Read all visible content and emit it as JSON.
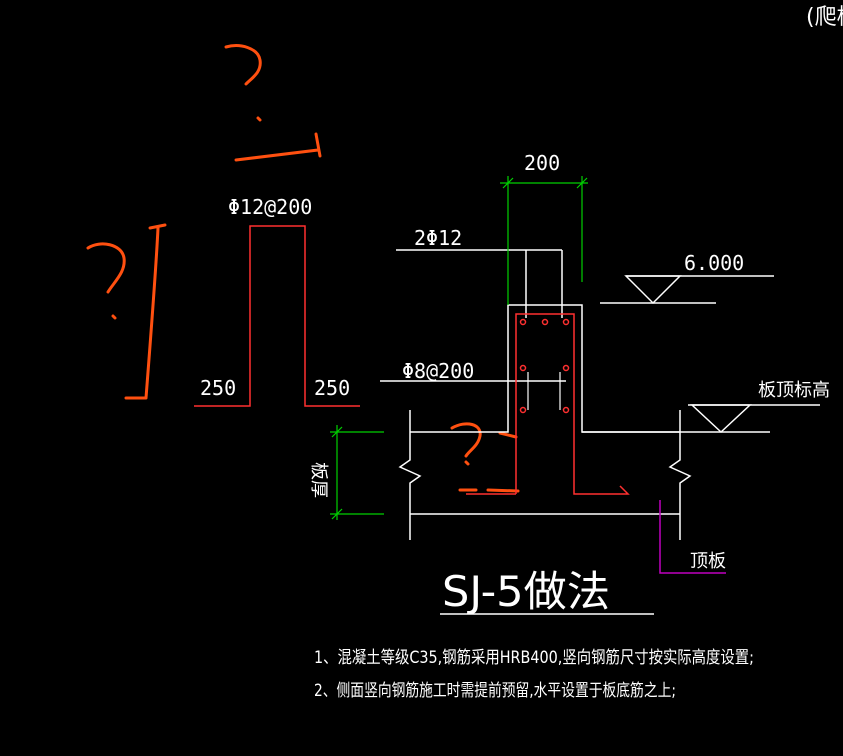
{
  "colors": {
    "background": "#000000",
    "lines": "#ffffff",
    "rebar": "#ff3030",
    "dimension": "#00d000",
    "leader": "#c000c0",
    "annotation": "#ff5010"
  },
  "drawing": {
    "corner_text": "(爬梯",
    "rebar_detail": {
      "label": "Φ12@200",
      "left_leg": "250",
      "right_leg": "250"
    },
    "section": {
      "width_dim": "200",
      "top_bars": "2Φ12",
      "stirrups": "Φ8@200",
      "elevation": "6.000",
      "slab_top_label": "板顶标高",
      "thickness_label": "板厚",
      "slab_label": "顶板"
    },
    "title": "SJ-5做法",
    "notes": [
      "1、混凝土等级C35,钢筋采用HRB400,竖向钢筋尺寸按实际高度设置;",
      "2、侧面竖向钢筋施工时需提前预留,水平设置于板底筋之上;"
    ]
  }
}
